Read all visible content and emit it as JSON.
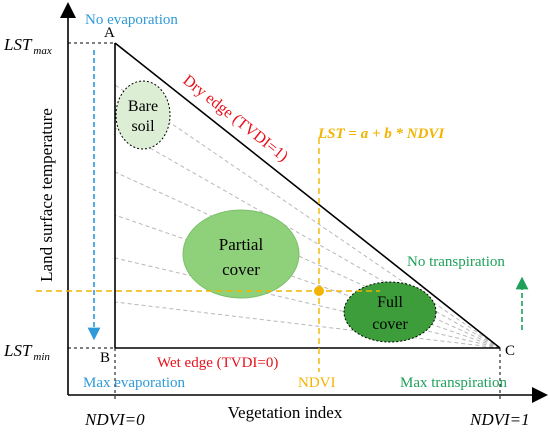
{
  "axes": {
    "x_label": "Vegetation index",
    "y_label": "Land surface temperature",
    "x_ticks": [
      "NDVI=0",
      "NDVI=1"
    ],
    "y_ticks": [
      {
        "main": "LST",
        "sub": "max"
      },
      {
        "main": "LST",
        "sub": "min"
      }
    ]
  },
  "vertices": {
    "A": "A",
    "B": "B",
    "C": "C"
  },
  "edges": {
    "dry": "Dry edge (TVDI=1)",
    "wet": "Wet edge (TVDI=0)"
  },
  "equation": "LST = a + b * NDVI",
  "annotations": {
    "no_evaporation": "No evaporation",
    "max_evaporation": "Max evaporation",
    "no_transpiration": "No transpiration",
    "max_transpiration": "Max transpiration",
    "ndvi": "NDVI"
  },
  "regions": {
    "bare_soil": [
      "Bare",
      "soil"
    ],
    "partial_cover": [
      "Partial",
      "cover"
    ],
    "full_cover": [
      "Full",
      "cover"
    ]
  },
  "colors": {
    "dry_edge": "#e8101a",
    "wet_edge": "#e8101a",
    "equation": "#f2b400",
    "evaporation": "#2e9ad8",
    "transpiration": "#1ea05a",
    "bare_soil_fill": "#dcefd5",
    "partial_cover_fill": "#8fd07a",
    "full_cover_fill": "#3c9d3a"
  }
}
